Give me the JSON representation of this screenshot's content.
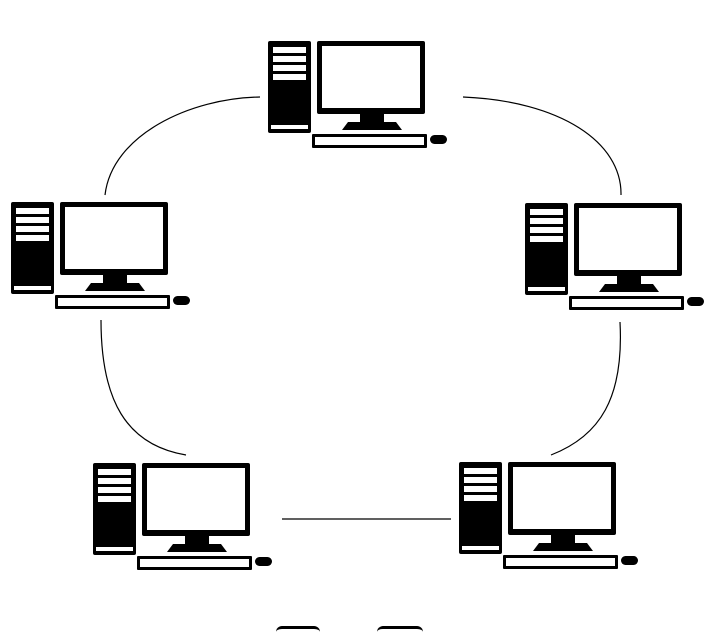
{
  "topology": {
    "computers": [
      {
        "id": "top",
        "icon": "desktop-computer-icon"
      },
      {
        "id": "upper-right",
        "icon": "desktop-computer-icon"
      },
      {
        "id": "lower-right",
        "icon": "desktop-computer-icon"
      },
      {
        "id": "lower-left",
        "icon": "desktop-computer-icon"
      },
      {
        "id": "upper-left",
        "icon": "desktop-computer-icon"
      }
    ],
    "connections": [
      {
        "from": "upper-left",
        "to": "top"
      },
      {
        "from": "top",
        "to": "upper-right"
      },
      {
        "from": "upper-right",
        "to": "lower-right"
      },
      {
        "from": "lower-right",
        "to": "lower-left"
      },
      {
        "from": "lower-left",
        "to": "upper-left"
      }
    ]
  },
  "colors": {
    "background": "#ffffff",
    "device": "#000000",
    "screen": "#ffffff",
    "line": "#000000"
  }
}
